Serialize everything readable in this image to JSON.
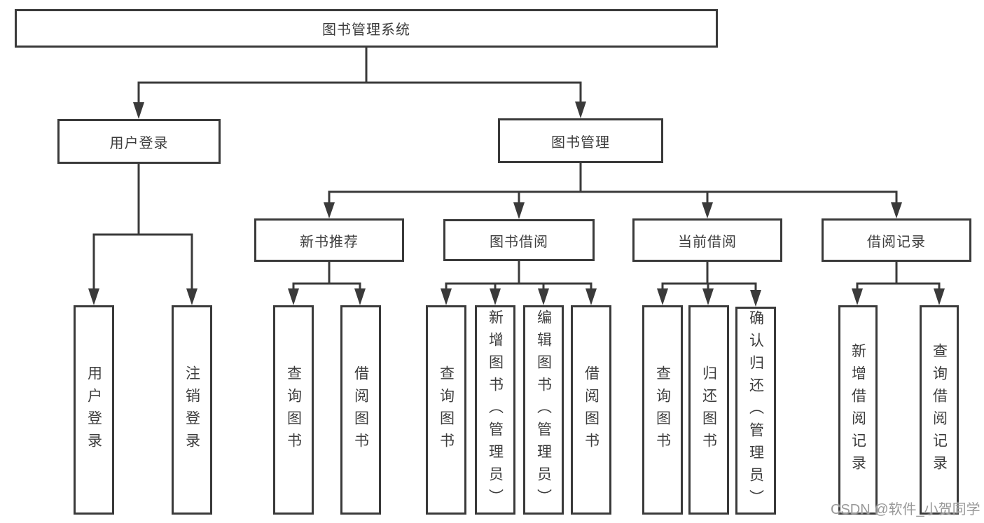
{
  "diagram": {
    "root": {
      "label": "图书管理系统"
    },
    "level2": [
      {
        "label": "用户登录"
      },
      {
        "label": "图书管理"
      }
    ],
    "level3": [
      {
        "label": "新书推荐"
      },
      {
        "label": "图书借阅"
      },
      {
        "label": "当前借阅"
      },
      {
        "label": "借阅记录"
      }
    ],
    "leaves": [
      {
        "label": "用户登录"
      },
      {
        "label": "注销登录"
      },
      {
        "label": "查询图书"
      },
      {
        "label": "借阅图书"
      },
      {
        "label": "查询图书"
      },
      {
        "label": "新增图书（管理员）"
      },
      {
        "label": "编辑图书（管理员）"
      },
      {
        "label": "借阅图书"
      },
      {
        "label": "查询图书"
      },
      {
        "label": "归还图书"
      },
      {
        "label": "确认归还（管理员）"
      },
      {
        "label": "新增借阅记录"
      },
      {
        "label": "查询借阅记录"
      }
    ]
  },
  "watermark": {
    "text": "CSDN @软件_小贺同学"
  },
  "colors": {
    "line": "#3a3a3a",
    "box_border": "#3a3a3a",
    "text": "#3d3d3d",
    "watermark": "#999999",
    "background": "#ffffff"
  }
}
